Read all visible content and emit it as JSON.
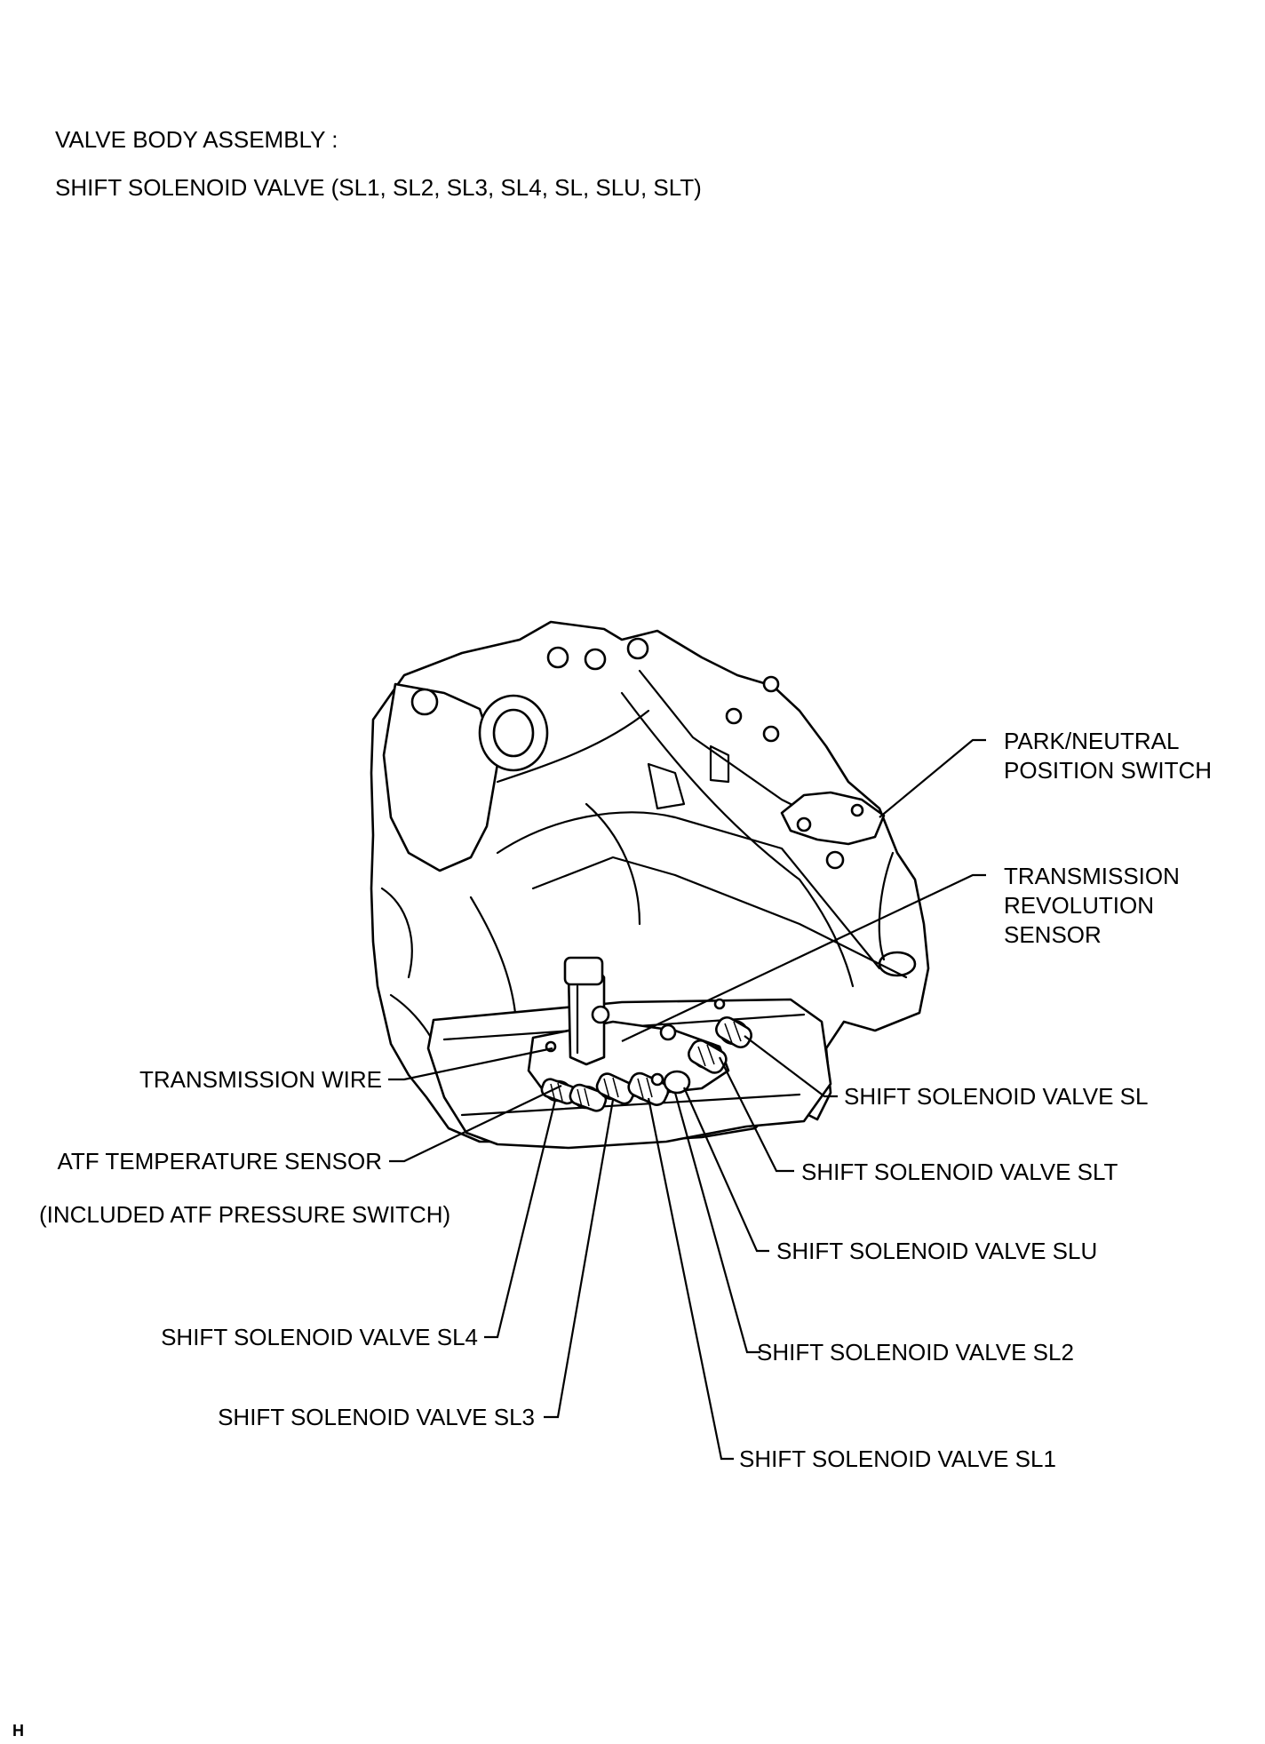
{
  "header": {
    "line1": "VALVE BODY ASSEMBLY :",
    "line2": "SHIFT SOLENOID VALVE (SL1, SL2, SL3, SL4, SL, SLU, SLT)"
  },
  "labels": {
    "park_neutral_1": "PARK/NEUTRAL",
    "park_neutral_2": "POSITION SWITCH",
    "trans_rev_1": "TRANSMISSION",
    "trans_rev_2": "REVOLUTION",
    "trans_rev_3": "SENSOR",
    "transmission_wire": "TRANSMISSION WIRE",
    "atf_temp": "ATF TEMPERATURE SENSOR",
    "atf_included": "(INCLUDED ATF PRESSURE SWITCH)",
    "sl": "SHIFT SOLENOID VALVE SL",
    "slt": "SHIFT SOLENOID VALVE SLT",
    "slu": "SHIFT SOLENOID VALVE SLU",
    "sl2": "SHIFT SOLENOID VALVE SL2",
    "sl4": "SHIFT SOLENOID VALVE SL4",
    "sl3": "SHIFT SOLENOID VALVE SL3",
    "sl1": "SHIFT SOLENOID VALVE SL1"
  },
  "footer": {
    "code": "H"
  }
}
